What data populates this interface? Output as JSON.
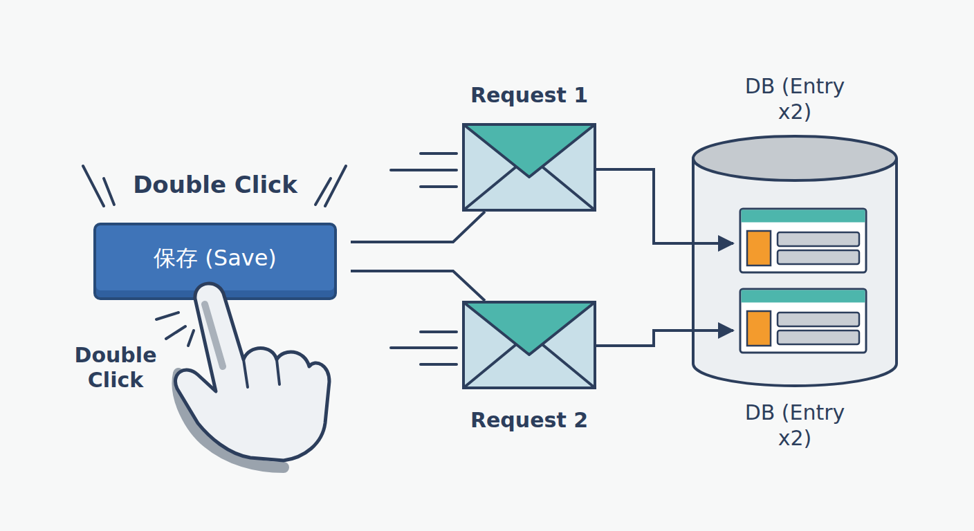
{
  "diagram": {
    "nodes": [
      {
        "text": [
          "保存 (Save)"
        ]
      },
      {
        "text": [
          "Request 1"
        ]
      },
      {
        "text": [
          "Request 2"
        ]
      },
      {
        "text": [
          "DB (Entry x2)",
          "DB (Entry x2)"
        ]
      }
    ],
    "edges": [
      {
        "from": 0,
        "to": 1,
        "arrow": "none"
      },
      {
        "from": 0,
        "to": 2,
        "arrow": "none"
      },
      {
        "from": 1,
        "to": 3,
        "arrow": "to"
      },
      {
        "from": 2,
        "to": 3,
        "arrow": "to"
      }
    ],
    "labels": [
      "Double Click",
      "Double Click"
    ]
  }
}
